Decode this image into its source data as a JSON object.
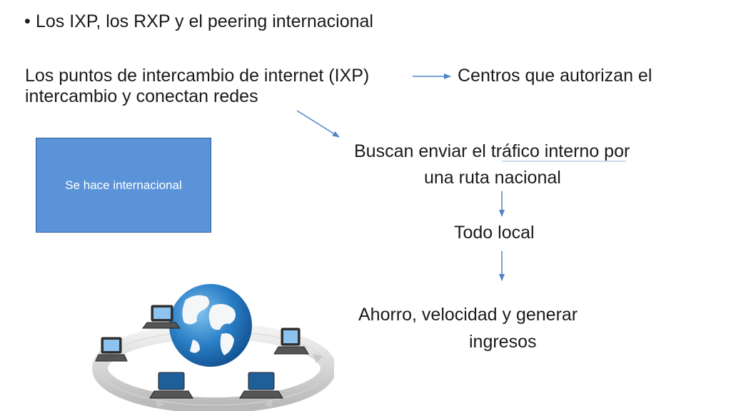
{
  "bullet": {
    "symbol": "•",
    "text": "Los IXP, los RXP y el peering internacional"
  },
  "diagram": {
    "ixp_line": "Los puntos de intercambio de internet (IXP)",
    "centros_line": "Centros que autorizan el",
    "intercambio_line": "intercambio y conectan redes",
    "buscan_line": "Buscan enviar el tráfico interno por",
    "ruta_line": "una ruta nacional",
    "local_line": "Todo local",
    "ahorro_line": "Ahorro, velocidad y generar",
    "ingresos_line": "ingresos",
    "box_label": "Se hace internacional"
  },
  "image": {
    "icon": "globe-network-icon"
  },
  "colors": {
    "box_fill": "#5b93d8",
    "arrow": "#4a86c5",
    "box_text": "#ffffff"
  }
}
